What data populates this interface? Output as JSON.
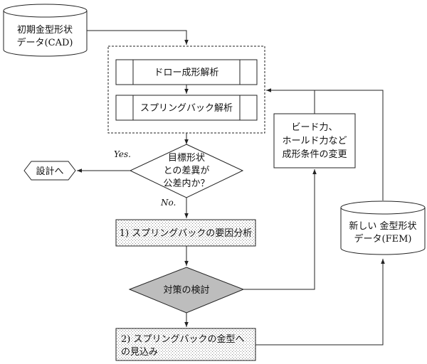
{
  "nodes": {
    "initial_shape": {
      "line1": "初期金型形状",
      "line2": "データ(CAD)"
    },
    "draw_analysis": "ドロー成形解析",
    "springback_analysis": "スプリングバック解析",
    "decision": {
      "line1": "目標形状",
      "line2": "との差異が",
      "line3": "公差内か？"
    },
    "to_design": "設計へ",
    "cause_analysis": "1) スプリングバックの要因分析",
    "countermeasure": "対策の検討",
    "compensation": {
      "line1": "2) スプリングバックの金型へ",
      "line2": "の見込み"
    },
    "condition_change": {
      "line1": "ビード力、",
      "line2": "ホールド力など",
      "line3": "成形条件の変更"
    },
    "new_shape": {
      "line1": "新しい 金型形状",
      "line2": "データ(FEM)"
    }
  },
  "edges": {
    "yes": "Yes.",
    "no": "No."
  },
  "colors": {
    "line": "#222222",
    "diamond_fill": "#bdbdbd",
    "dotted": "#8a8a8a"
  }
}
